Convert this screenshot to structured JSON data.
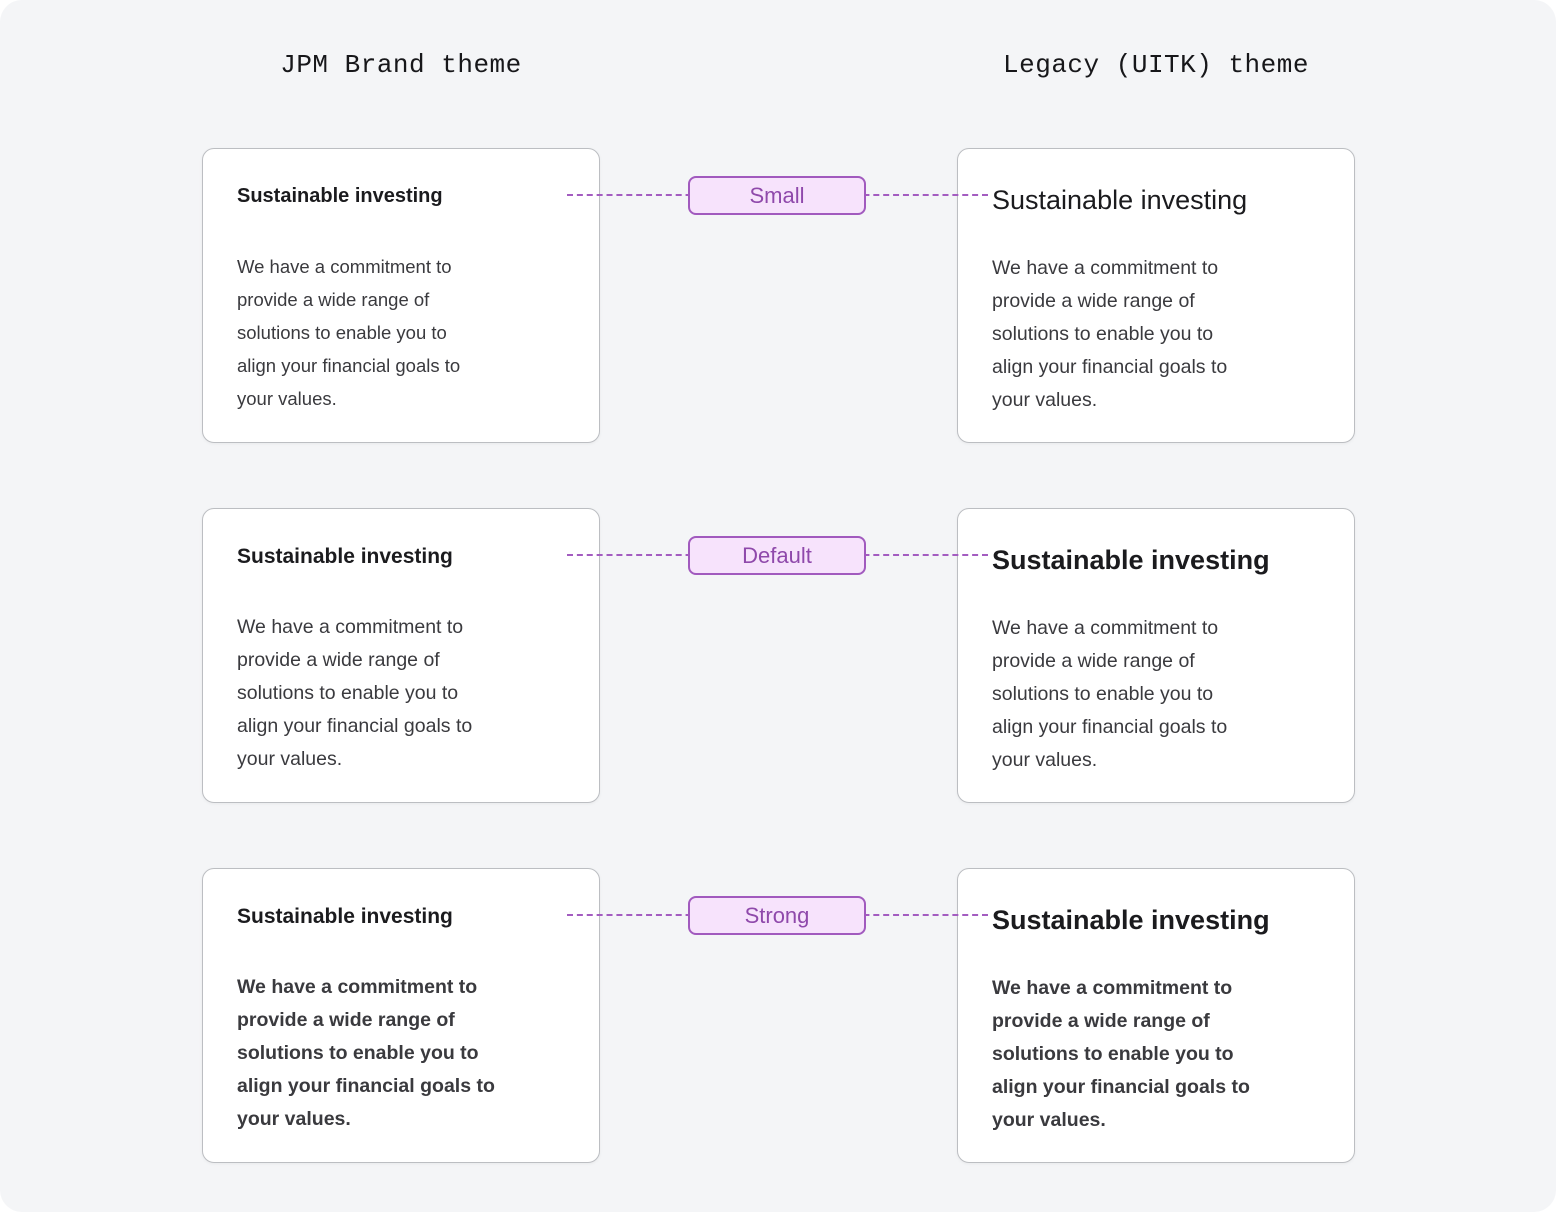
{
  "columns": [
    {
      "title": "JPM Brand theme"
    },
    {
      "title": "Legacy (UITK) theme"
    }
  ],
  "rows": [
    {
      "label": "Small",
      "left_card": {
        "heading": "Sustainable investing",
        "body": "We have a commitment to\nprovide a wide range of\nsolutions to enable you to\nalign your financial goals to\nyour values."
      },
      "right_card": {
        "heading": "Sustainable investing",
        "body": "We have a commitment to\nprovide a wide range of\nsolutions to enable you to\nalign your financial goals to\nyour values."
      }
    },
    {
      "label": "Default",
      "left_card": {
        "heading": "Sustainable investing",
        "body": "We have a commitment to\nprovide a wide range of\nsolutions to enable you to\nalign your financial goals to\nyour values."
      },
      "right_card": {
        "heading": "Sustainable investing",
        "body": "We have a commitment to\nprovide a wide range of\nsolutions to enable you to\nalign your financial goals to\nyour values."
      }
    },
    {
      "label": "Strong",
      "left_card": {
        "heading": "Sustainable investing",
        "body": "We have a commitment to\nprovide a wide range of\nsolutions to enable you to\nalign your financial goals to\nyour values."
      },
      "right_card": {
        "heading": "Sustainable investing",
        "body": "We have a commitment to\nprovide a wide range of\nsolutions to enable you to\nalign your financial goals to\nyour values."
      }
    }
  ],
  "colors": {
    "surface": "#f4f5f7",
    "card_background": "#ffffff",
    "card_border": "#bcbec2",
    "heading_text": "#1b1b1e",
    "body_text": "#3a3a3e",
    "badge_fill": "#f7e3fc",
    "badge_border": "#a15abe",
    "badge_text": "#8f49ab",
    "connector_line": "#a35cc0",
    "title_text": "#17171a"
  }
}
